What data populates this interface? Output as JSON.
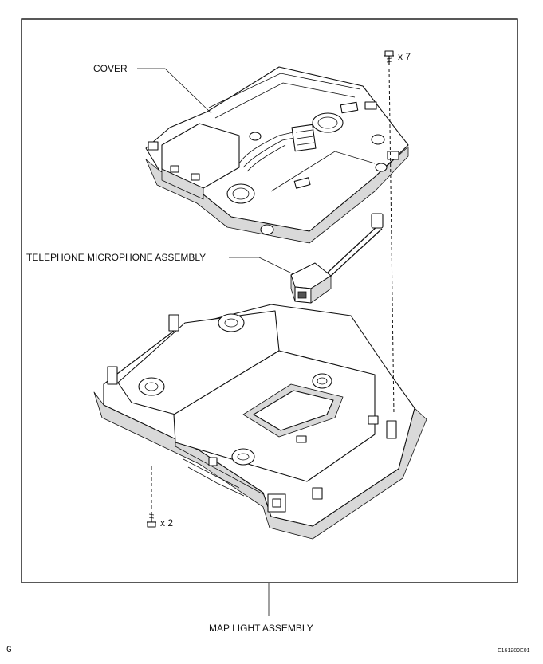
{
  "labels": {
    "cover": "COVER",
    "telephone_microphone": "TELEPHONE MICROPHONE ASSEMBLY",
    "map_light": "MAP LIGHT ASSEMBLY",
    "screw_top_qty": "x 7",
    "screw_bottom_qty": "x 2",
    "corner_letter": "G",
    "figure_code": "E161289E01"
  },
  "icons": [
    "screw-icon",
    "screw-icon"
  ]
}
